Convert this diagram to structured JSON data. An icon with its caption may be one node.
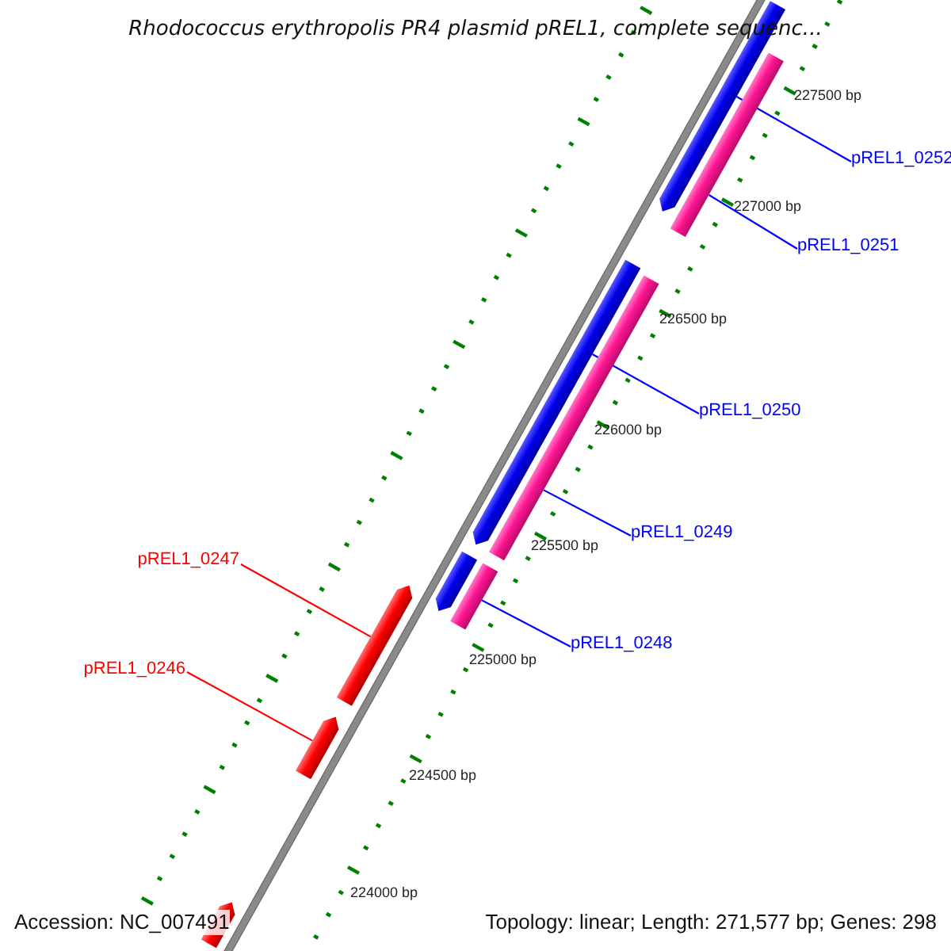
{
  "diagram": {
    "title": "Rhodococcus erythropolis PR4 plasmid pREL1, complete sequenc...",
    "nodes": [
      {
        "text": [
          "pREL1_0252"
        ]
      },
      {
        "text": [],
        "shape": "arrow"
      },
      {
        "text": [
          "pREL1_0251"
        ]
      },
      {
        "text": [],
        "shape": "bar"
      },
      {
        "text": [
          "pREL1_0250"
        ]
      },
      {
        "text": [],
        "shape": "arrow"
      },
      {
        "text": [
          "pREL1_0249"
        ]
      },
      {
        "text": [],
        "shape": "bar"
      },
      {
        "text": [],
        "shape": "arrow"
      },
      {
        "text": [
          "pREL1_0248"
        ]
      },
      {
        "text": [],
        "shape": "bar"
      },
      {
        "text": [
          "pREL1_0247"
        ]
      },
      {
        "text": [],
        "shape": "arrow"
      },
      {
        "text": [
          "pREL1_0246"
        ]
      },
      {
        "text": [],
        "shape": "arrow"
      },
      {
        "text": [],
        "shape": "arrow"
      }
    ],
    "edges": [
      {
        "from": 0,
        "to": 1,
        "arrow": "none"
      },
      {
        "from": 2,
        "to": 3,
        "arrow": "none"
      },
      {
        "from": 4,
        "to": 5,
        "arrow": "none"
      },
      {
        "from": 6,
        "to": 7,
        "arrow": "none"
      },
      {
        "from": 9,
        "to": 10,
        "arrow": "none"
      },
      {
        "from": 11,
        "to": 12,
        "arrow": "none",
        "color": "#ff0000"
      },
      {
        "from": 13,
        "to": 14,
        "arrow": "none",
        "color": "#ff0000"
      }
    ],
    "labels": [
      "227500 bp",
      "227000 bp",
      "226500 bp",
      "226000 bp",
      "225500 bp",
      "225000 bp",
      "224500 bp",
      "224000 bp",
      "Accession: NC_007491",
      "Topology: linear; Length: 271,577 bp; Genes: 298"
    ]
  }
}
